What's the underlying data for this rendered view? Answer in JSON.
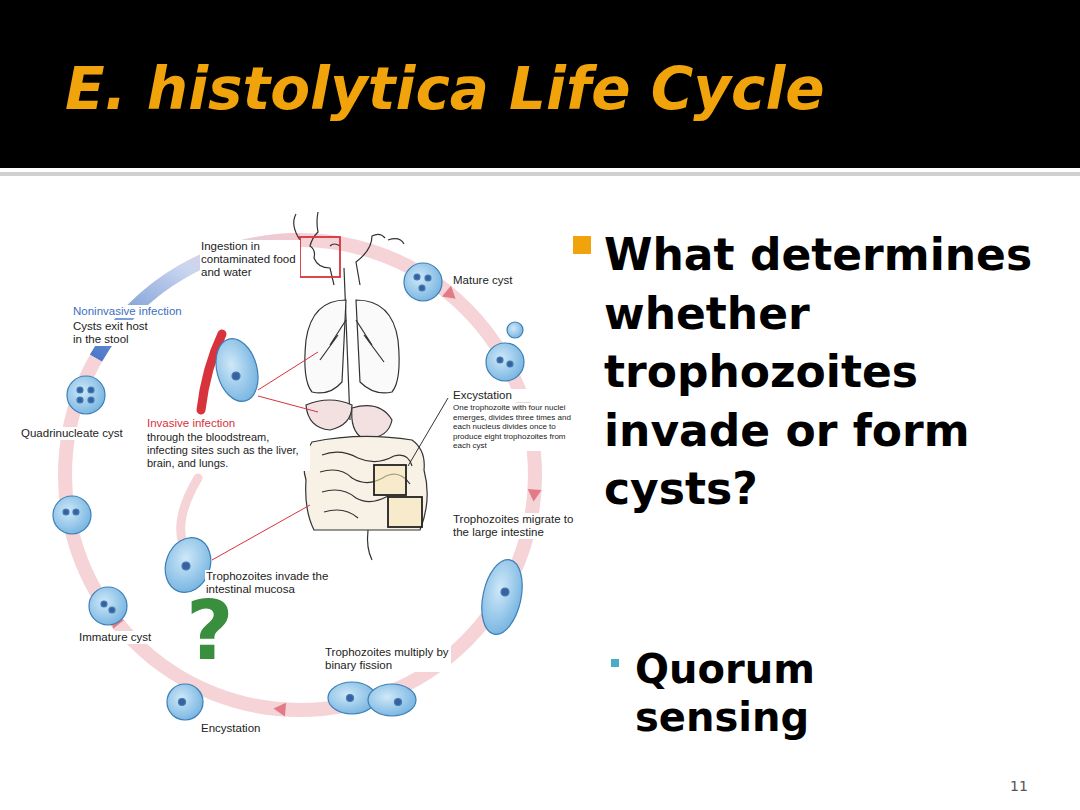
{
  "diagram": {
    "title": "E. histolytica Life Cycle",
    "labels": [
      "Ingestion in contaminated food and water",
      "Mature cyst",
      "Noninvasive infection",
      "Cysts exit host in the stool",
      "Excystation",
      "One trophozoite with four nuclei emerges, divides three times and each nucleus divides once to produce eight trophozoites from each cyst",
      "Invasive infection",
      "through the bloodstream, infecting sites such as the liver, brain, and lungs.",
      "Quadrinucleate cyst",
      "Trophozoites migrate to the large intestine",
      "Trophozoites invade the intestinal mucosa",
      "?",
      "Immature cyst",
      "Trophozoites multiply by binary fission",
      "Encystation",
      "What determines whether trophozoites invade or form cysts?",
      "Quorum sensing",
      "11"
    ]
  }
}
